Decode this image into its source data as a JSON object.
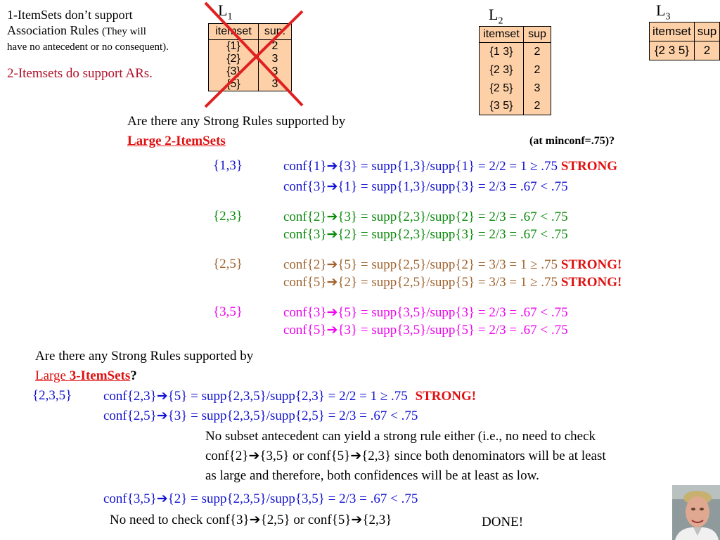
{
  "note1": {
    "line1": "1-ItemSets don’t support",
    "line2_main": "Association Rules",
    "line2_small": "(They will",
    "line3": "have no antecedent or no consequent)."
  },
  "note2": "2-Itemsets do support ARs.",
  "tables": {
    "L1": {
      "label": "L",
      "sub": "1",
      "headers": [
        "itemset",
        "sup."
      ],
      "rows": [
        [
          "{1}",
          "2"
        ],
        [
          "{2}",
          "3"
        ],
        [
          "{3}",
          "3"
        ],
        [
          "{5}",
          "3"
        ]
      ],
      "crossed_out": true
    },
    "L2": {
      "label": "L",
      "sub": "2",
      "headers": [
        "itemset",
        "sup"
      ],
      "rows": [
        [
          "{1 3}",
          "2"
        ],
        [
          "{2 3}",
          "2"
        ],
        [
          "{2 5}",
          "3"
        ],
        [
          "{3 5}",
          "2"
        ]
      ]
    },
    "L3": {
      "label": "L",
      "sub": "3",
      "headers": [
        "itemset",
        "sup"
      ],
      "rows": [
        [
          "{2 3 5}",
          "2"
        ]
      ]
    }
  },
  "q1": {
    "line1": "Are there any Strong Rules supported by",
    "link": "Large 2-ItemSets",
    "minconf": "(at minconf=.75)?"
  },
  "groups2": [
    {
      "set": "{1,3}",
      "rules": [
        {
          "text": "conf{1}➔{3} = supp{1,3}/supp{1} = 2/2 = 1    ≥ .75",
          "tag": "STRONG"
        },
        {
          "text": "conf{3}➔{1} = supp{1,3}/supp{3} = 2/3 = .67 < .75",
          "tag": ""
        }
      ]
    },
    {
      "set": "{2,3}",
      "rules": [
        {
          "text": "conf{2}➔{3} = supp{2,3}/supp{2} = 2/3 = .67 < .75",
          "tag": ""
        },
        {
          "text": "conf{3}➔{2} = supp{2,3}/supp{3} = 2/3 = .67 < .75",
          "tag": ""
        }
      ]
    },
    {
      "set": "{2,5}",
      "rules": [
        {
          "text": "conf{2}➔{5} = supp{2,5}/supp{2} = 3/3 = 1    ≥ .75",
          "tag": "STRONG!"
        },
        {
          "text": "conf{5}➔{2} = supp{2,5}/supp{5} = 3/3 = 1    ≥ .75",
          "tag": "STRONG!"
        }
      ]
    },
    {
      "set": "{3,5}",
      "rules": [
        {
          "text": "conf{3}➔{5} = supp{3,5}/supp{3} = 2/3 = .67 < .75",
          "tag": ""
        },
        {
          "text": "conf{5}➔{3} = supp{3,5}/supp{5} = 2/3 = .67 < .75",
          "tag": ""
        }
      ]
    }
  ],
  "q2": {
    "line1": "Are there any Strong Rules supported by",
    "link_plain": "Large ",
    "link_bold": "3-ItemSets",
    "qmark": "?"
  },
  "group3": {
    "set": "{2,3,5}",
    "rule1": "conf{2,3}➔{5} = supp{2,3,5}/supp{2,3} = 2/2 = 1    ≥ .75",
    "rule1_tag": "STRONG!",
    "rule2": "conf{2,5}➔{3} = supp{2,3,5}/supp{2,5} = 2/3 = .67 < .75",
    "explain": [
      "No subset antecedent can yield a strong rule either (i.e., no need to check",
      "conf{2}➔{3,5} or conf{5}➔{2,3} since both denominators will be at least",
      "as large and therefore, both confidences will be at least as low."
    ],
    "rule3": "conf{3,5}➔{2} = supp{2,3,5}/supp{3,5} = 2/3 = .67 < .75",
    "no_need": "No need to check conf{3}➔{2,5} or conf{5}➔{2,3}",
    "done": "DONE!"
  },
  "photo": {
    "alt": "portrait photo"
  }
}
